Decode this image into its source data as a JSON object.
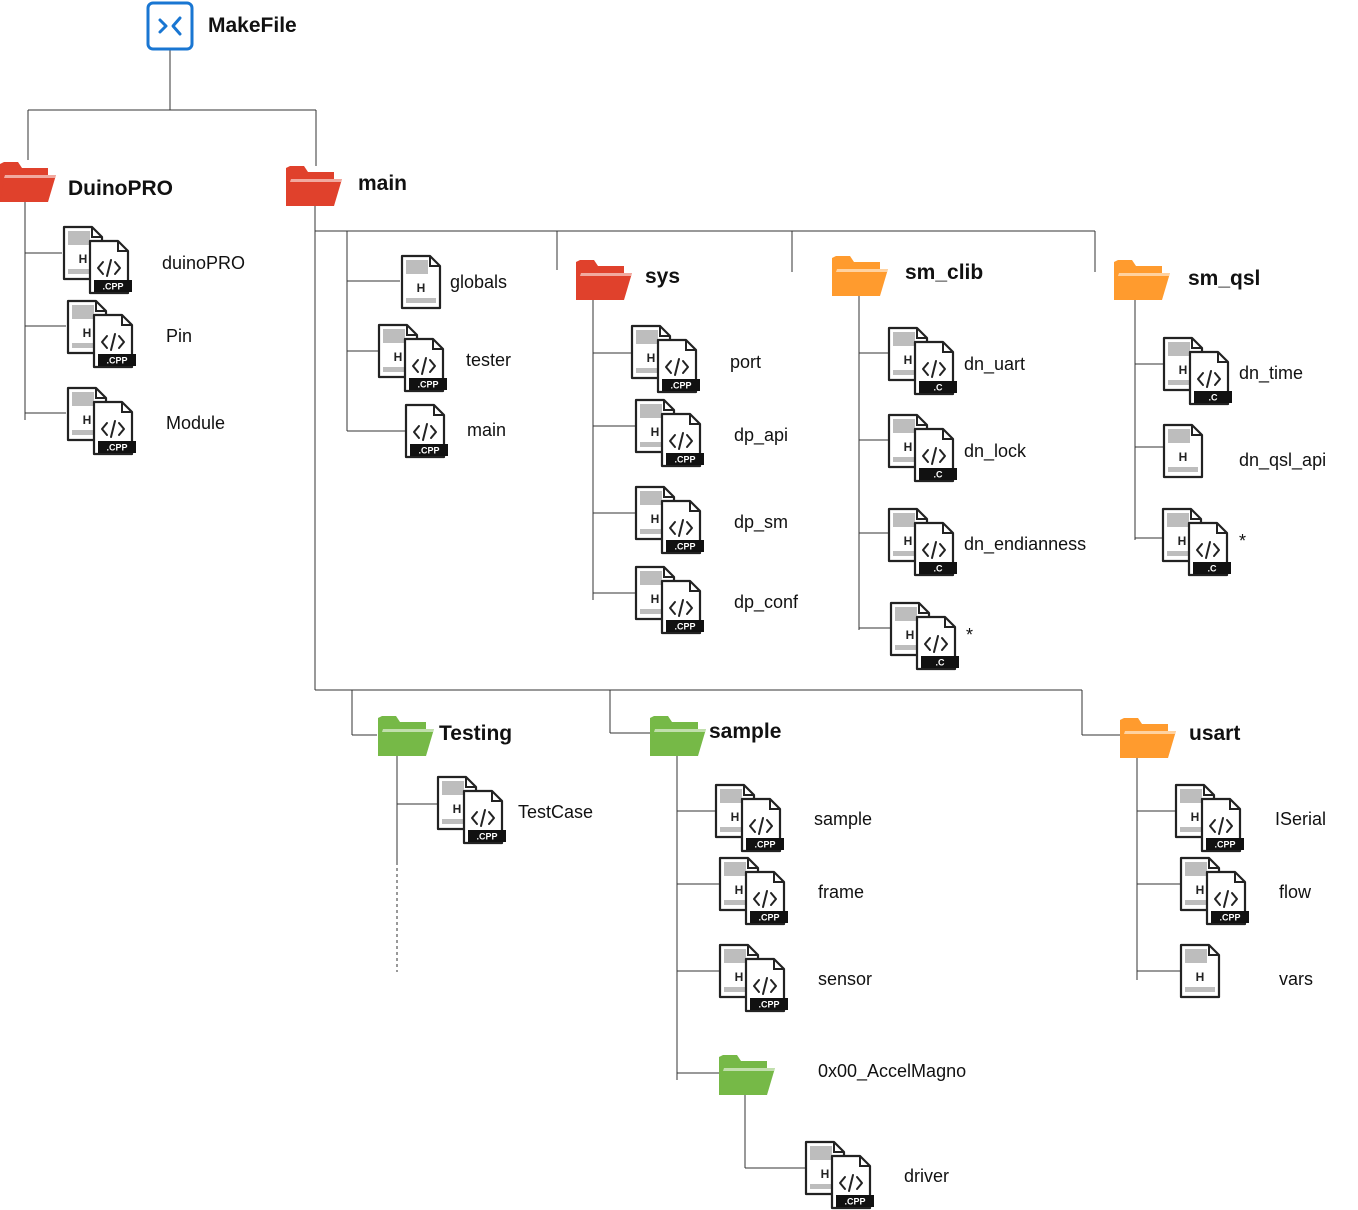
{
  "root": {
    "label": "MakeFile",
    "icon": "makefile-icon"
  },
  "colors": {
    "red": "#E0412C",
    "orange": "#FF9B2E",
    "green": "#76B947",
    "blue": "#1976D2",
    "line": "#333333"
  },
  "folders": {
    "duinopro": "DuinoPRO",
    "main": "main",
    "sys": "sys",
    "sm_clib": "sm_clib",
    "sm_qsl": "sm_qsl",
    "testing": "Testing",
    "sample": "sample",
    "usart": "usart",
    "accelmagno": "0x00_AccelMagno"
  },
  "files": {
    "duinopro": [
      "duinoPRO",
      "Pin",
      "Module"
    ],
    "main": [
      "globals",
      "tester",
      "main"
    ],
    "sys": [
      "port",
      "dp_api",
      "dp_sm",
      "dp_conf"
    ],
    "sm_clib": [
      "dn_uart",
      "dn_lock",
      "dn_endianness",
      "*"
    ],
    "sm_qsl": [
      "dn_time",
      "dn_qsl_api",
      "*"
    ],
    "testing": [
      "TestCase"
    ],
    "sample": [
      "sample",
      "frame",
      "sensor"
    ],
    "usart": [
      "ISerial",
      "flow",
      "vars"
    ],
    "accelmagno": [
      "driver"
    ]
  },
  "badges": {
    "cpp": ".CPP",
    "c": ".C",
    "h": "H"
  }
}
